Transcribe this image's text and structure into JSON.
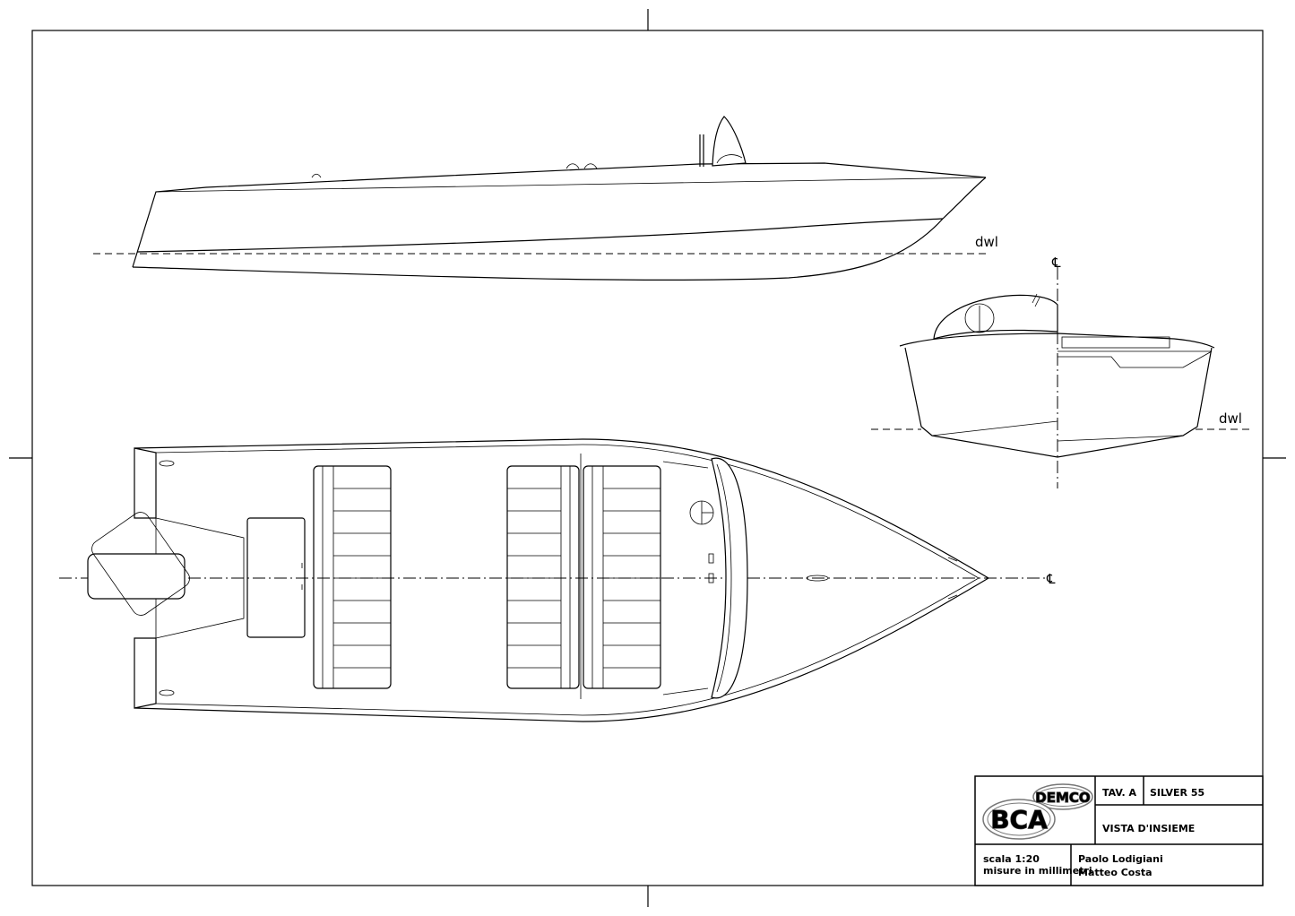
{
  "labels": {
    "dwl_profile": "dwl",
    "dwl_section": "dwl",
    "centerline_plan": "℄",
    "centerline_section": "℄"
  },
  "title_block": {
    "logo_bca": "BCA",
    "logo_demco": "DEMCO",
    "sheet": "TAV. A",
    "project": "SILVER 55",
    "drawing_title": "VISTA D'INSIEME",
    "scale": "scala 1:20",
    "units": "misure in millimetri",
    "author_1": "Paolo Lodigiani",
    "author_2": "Matteo Costa"
  }
}
